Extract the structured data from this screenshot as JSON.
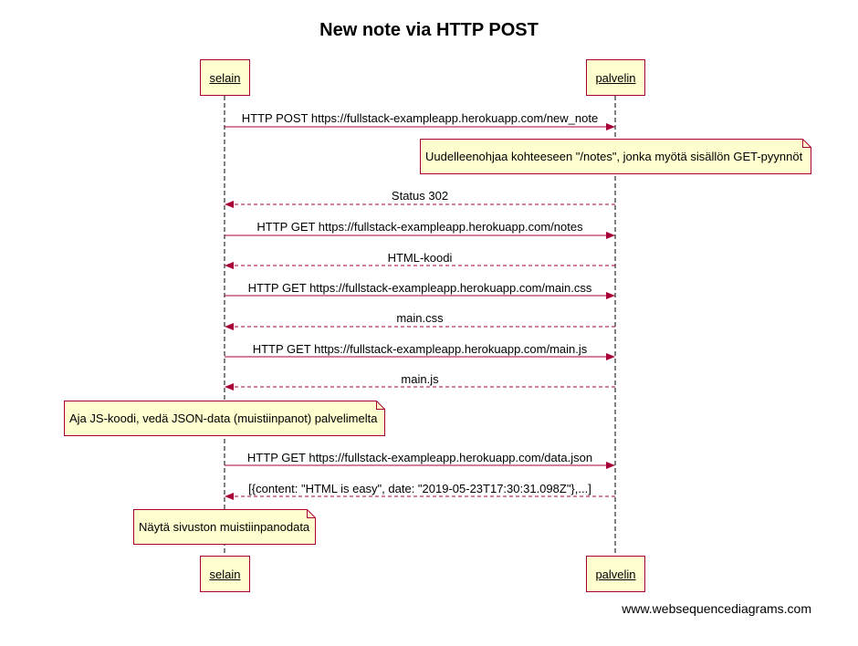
{
  "diagram": {
    "title": "New note via HTTP POST",
    "participants": [
      {
        "id": "browser",
        "label": "selain"
      },
      {
        "id": "server",
        "label": "palvelin"
      }
    ],
    "messages": [
      {
        "from": "browser",
        "to": "server",
        "style": "solid",
        "label": "HTTP POST https://fullstack-exampleapp.herokuapp.com/new_note"
      },
      {
        "from": "server",
        "to": "browser",
        "style": "dashed",
        "label": "Status 302"
      },
      {
        "from": "browser",
        "to": "server",
        "style": "solid",
        "label": "HTTP GET https://fullstack-exampleapp.herokuapp.com/notes"
      },
      {
        "from": "server",
        "to": "browser",
        "style": "dashed",
        "label": "HTML-koodi"
      },
      {
        "from": "browser",
        "to": "server",
        "style": "solid",
        "label": "HTTP GET https://fullstack-exampleapp.herokuapp.com/main.css"
      },
      {
        "from": "server",
        "to": "browser",
        "style": "dashed",
        "label": "main.css"
      },
      {
        "from": "browser",
        "to": "server",
        "style": "solid",
        "label": "HTTP GET https://fullstack-exampleapp.herokuapp.com/main.js"
      },
      {
        "from": "server",
        "to": "browser",
        "style": "dashed",
        "label": "main.js"
      },
      {
        "from": "browser",
        "to": "server",
        "style": "solid",
        "label": "HTTP GET https://fullstack-exampleapp.herokuapp.com/data.json"
      },
      {
        "from": "server",
        "to": "browser",
        "style": "dashed",
        "label": "[{content: \"HTML is easy\", date: \"2019-05-23T17:30:31.098Z\"},...]"
      }
    ],
    "notes": [
      {
        "attached_to": "server",
        "text": "Uudelleenohjaa kohteeseen \"/notes\", jonka myötä sisällön GET-pyynnöt"
      },
      {
        "attached_to": "browser",
        "text": "Aja JS-koodi, vedä JSON-data (muistiinpanot) palvelimelta"
      },
      {
        "attached_to": "browser",
        "text": "Näytä sivuston muistiinpanodata"
      }
    ],
    "watermark": "www.websequencediagrams.com",
    "colors": {
      "line": "#a80036",
      "fill": "#fefece",
      "lifeline": "#000000"
    }
  }
}
